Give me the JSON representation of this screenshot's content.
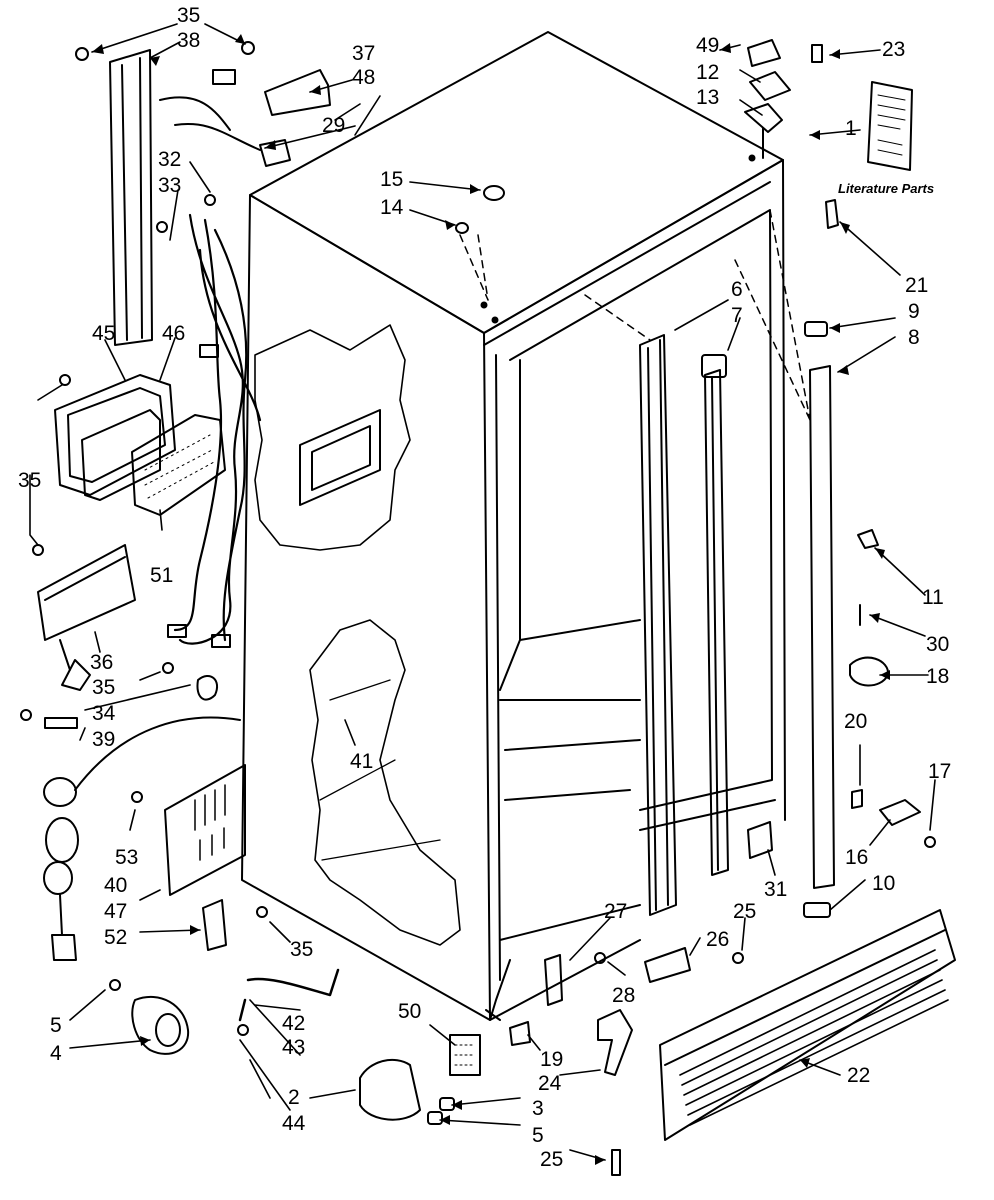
{
  "diagram": {
    "literature_label": "Literature Parts",
    "callouts": [
      "1",
      "2",
      "3",
      "4",
      "5",
      "5",
      "6",
      "7",
      "8",
      "9",
      "10",
      "11",
      "12",
      "13",
      "14",
      "15",
      "16",
      "17",
      "18",
      "19",
      "20",
      "21",
      "22",
      "23",
      "24",
      "25",
      "25",
      "26",
      "27",
      "28",
      "29",
      "30",
      "31",
      "32",
      "33",
      "34",
      "35",
      "35",
      "35",
      "35",
      "36",
      "37",
      "38",
      "39",
      "40",
      "41",
      "42",
      "43",
      "44",
      "45",
      "46",
      "47",
      "48",
      "49",
      "50",
      "51",
      "52",
      "53"
    ]
  }
}
